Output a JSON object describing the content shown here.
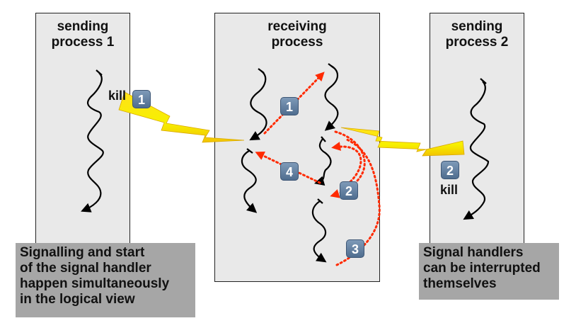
{
  "processes": {
    "sender1": {
      "title": "sending\nprocess 1",
      "title_l1": "sending",
      "title_l2": "process 1"
    },
    "receiver": {
      "title_l1": "receiving",
      "title_l2": "process"
    },
    "sender2": {
      "title_l1": "sending",
      "title_l2": "process 2"
    }
  },
  "labels": {
    "kill1": "kill",
    "kill2": "kill"
  },
  "badges": {
    "s1": "1",
    "s2": "2",
    "r1": "1",
    "r2": "2",
    "r3": "3",
    "r4": "4"
  },
  "notes": {
    "left": "Signalling and start\nof the signal handler\nhappen simultaneously\nin the logical view",
    "right": "Signal handlers\ncan be interrupted\nthemselves"
  },
  "colors": {
    "box_fill": "#e9e9e9",
    "note_fill": "#a6a6a6",
    "arrow_red": "#ff2a00",
    "bolt_yellow": "#f5e400",
    "badge_blue": "#5f7da0"
  }
}
